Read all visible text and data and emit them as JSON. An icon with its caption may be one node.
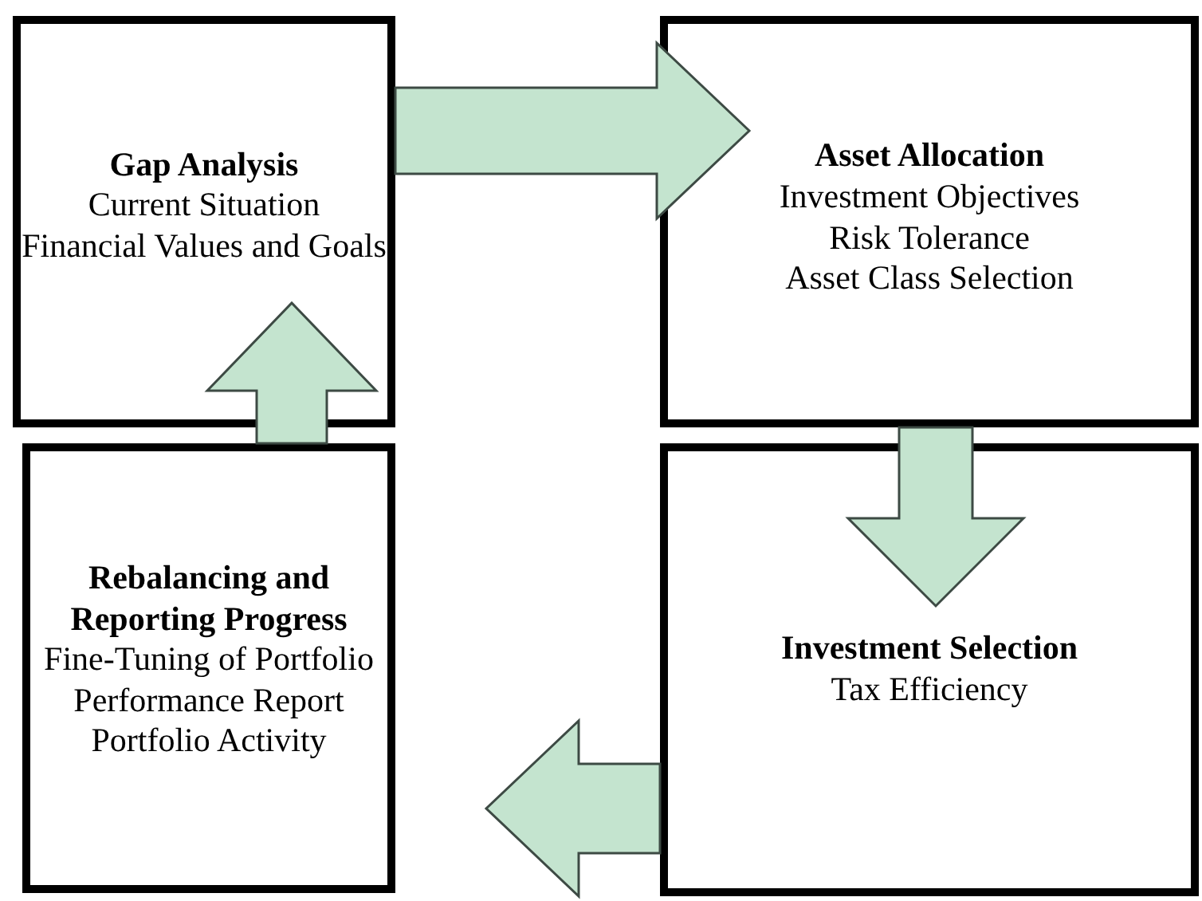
{
  "diagram": {
    "nodes": [
      {
        "text": [
          "Gap Analysis",
          "Current Situation",
          "Financial Values and Goals"
        ]
      },
      {
        "text": [
          "Asset Allocation",
          "Investment Objectives",
          "Risk Tolerance",
          "Asset Class Selection"
        ]
      },
      {
        "text": [
          "Rebalancing and Reporting Progress",
          "Fine-Tuning of Portfolio",
          "Performance Report",
          "Portfolio Activity"
        ]
      },
      {
        "text": [
          "Investment Selection",
          "Tax Efficiency"
        ]
      }
    ],
    "edges": [
      {
        "from": 0,
        "to": 1,
        "arrow": "to"
      },
      {
        "from": 1,
        "to": 3,
        "arrow": "to"
      },
      {
        "from": 3,
        "to": 2,
        "arrow": "to"
      },
      {
        "from": 2,
        "to": 0,
        "arrow": "to"
      }
    ]
  }
}
